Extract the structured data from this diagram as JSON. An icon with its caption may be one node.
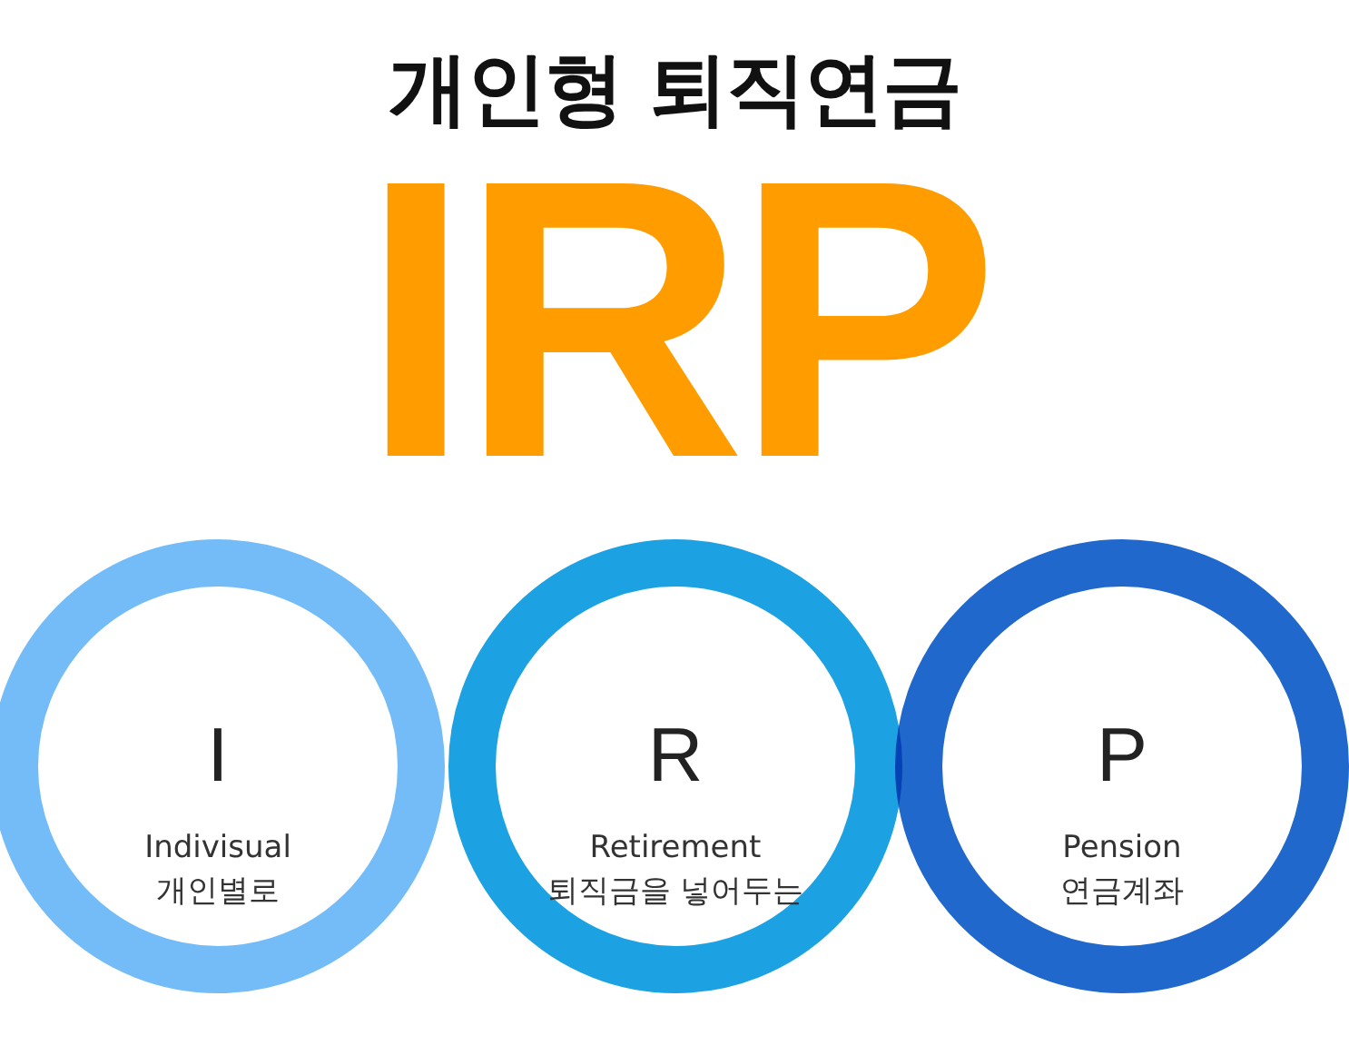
{
  "diagram": {
    "title": "개인형 퇴직연금",
    "nodes": [
      {
        "text": [
          "I",
          "Indivisual",
          "개인별로"
        ]
      },
      {
        "text": [
          "R",
          "Retirement",
          "퇴직금을 넣어두는"
        ]
      },
      {
        "text": [
          "P",
          "Pension",
          "연금계좌"
        ]
      }
    ],
    "edges": [],
    "labels": [
      "IRP"
    ]
  }
}
